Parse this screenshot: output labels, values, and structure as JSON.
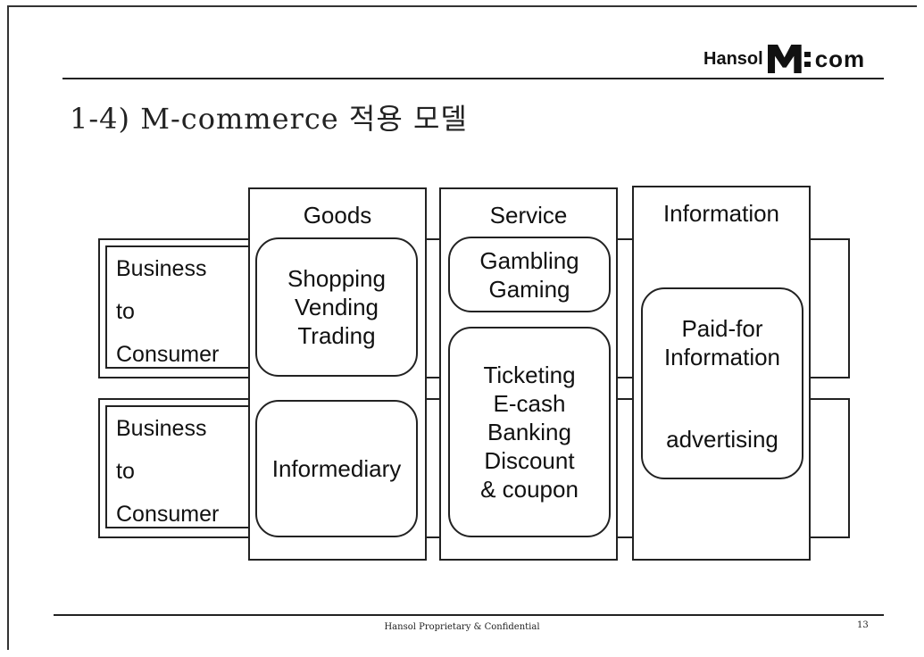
{
  "header": {
    "logo_text": "Hansol",
    "logo_suffix": "com",
    "title": "1-4) M-commerce 적용 모델"
  },
  "diagram": {
    "rows": [
      {
        "lines": [
          "Business",
          "to",
          "Consumer"
        ]
      },
      {
        "lines": [
          "Business",
          "to",
          "Consumer"
        ]
      }
    ],
    "columns": [
      {
        "heading": "Goods",
        "boxes": [
          [
            "Shopping",
            "Vending",
            "Trading"
          ],
          [
            "Informediary"
          ]
        ]
      },
      {
        "heading": "Service",
        "boxes": [
          [
            "Gambling",
            "Gaming"
          ],
          [
            "Ticketing",
            "E-cash",
            "Banking",
            "Discount",
            "& coupon"
          ]
        ]
      },
      {
        "heading": "Information",
        "boxes": [
          [
            "Paid-for",
            "Information",
            "advertising"
          ]
        ]
      }
    ]
  },
  "footer": {
    "text": "Hansol Proprietary & Confidential",
    "page_number": "13"
  }
}
